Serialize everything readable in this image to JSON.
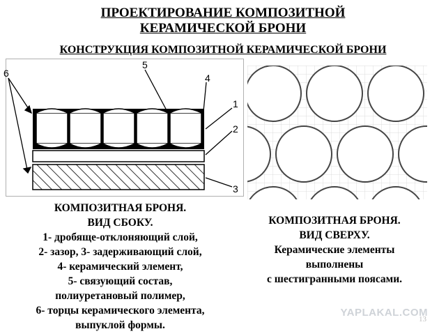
{
  "title": {
    "line1": "ПРОЕКТИРОВАНИЕ КОМПОЗИТНОЙ",
    "line2": "КЕРАМИЧЕСКОЙ БРОНИ"
  },
  "subtitle": "КОНСТРУКЦИЯ КОМПОЗИТНОЙ КЕРАМИЧЕСКОЙ БРОНИ",
  "side_view": {
    "callouts": [
      "6",
      "5",
      "4",
      "1",
      "2",
      "3"
    ],
    "caption": [
      "КОМПОЗИТНАЯ БРОНЯ.",
      "ВИД СБОКУ.",
      "1- дробяще-отклоняющий слой,",
      "2- зазор, 3- задерживающий слой,",
      "4- керамический элемент,",
      "5- связующий состав,",
      "полиуретановый полимер,",
      "6- торцы керамического элемента,",
      "выпуклой формы."
    ]
  },
  "top_view": {
    "caption": [
      "КОМПОЗИТНАЯ БРОНЯ.",
      "ВИД СВЕРХУ.",
      "Керамические элементы",
      "выполнены",
      "с шестигранными поясами."
    ]
  },
  "watermark": "YAPLAKAL.COM",
  "page_number": "13"
}
